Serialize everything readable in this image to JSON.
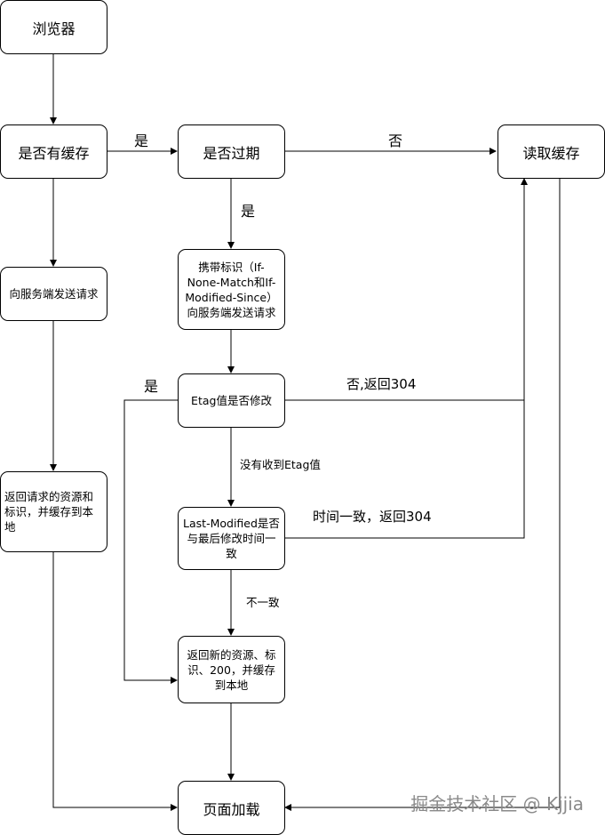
{
  "nodes": {
    "browser": "浏览器",
    "has_cache": "是否有缓存",
    "expired": "是否过期",
    "read_cache": "读取缓存",
    "send_request": "向服务端发送请求",
    "with_tag_request": [
      "携带标识（If-",
      "None-Match和If-",
      "Modified-Since）",
      "向服务端发送请求"
    ],
    "etag_modified": "Etag值是否修改",
    "return_resource": [
      "返回请求的资源和",
      "标识，并缓存到本",
      "地"
    ],
    "last_modified": [
      "Last-Modified是否",
      "与最后修改时间一",
      "致"
    ],
    "return_new": [
      "返回新的资源、标",
      "识、200，并缓存",
      "到本地"
    ],
    "page_load": "页面加载"
  },
  "edge_labels": {
    "yes_has_cache": "是",
    "no_expired": "否",
    "yes_expired": "是",
    "yes_etag": "是",
    "no_etag_304": "否,返回304",
    "no_etag_received": "没有收到Etag值",
    "time_match_304": "时间一致，返回304",
    "mismatch": "不一致"
  },
  "watermark": "掘金技术社区 @ Kjjia"
}
